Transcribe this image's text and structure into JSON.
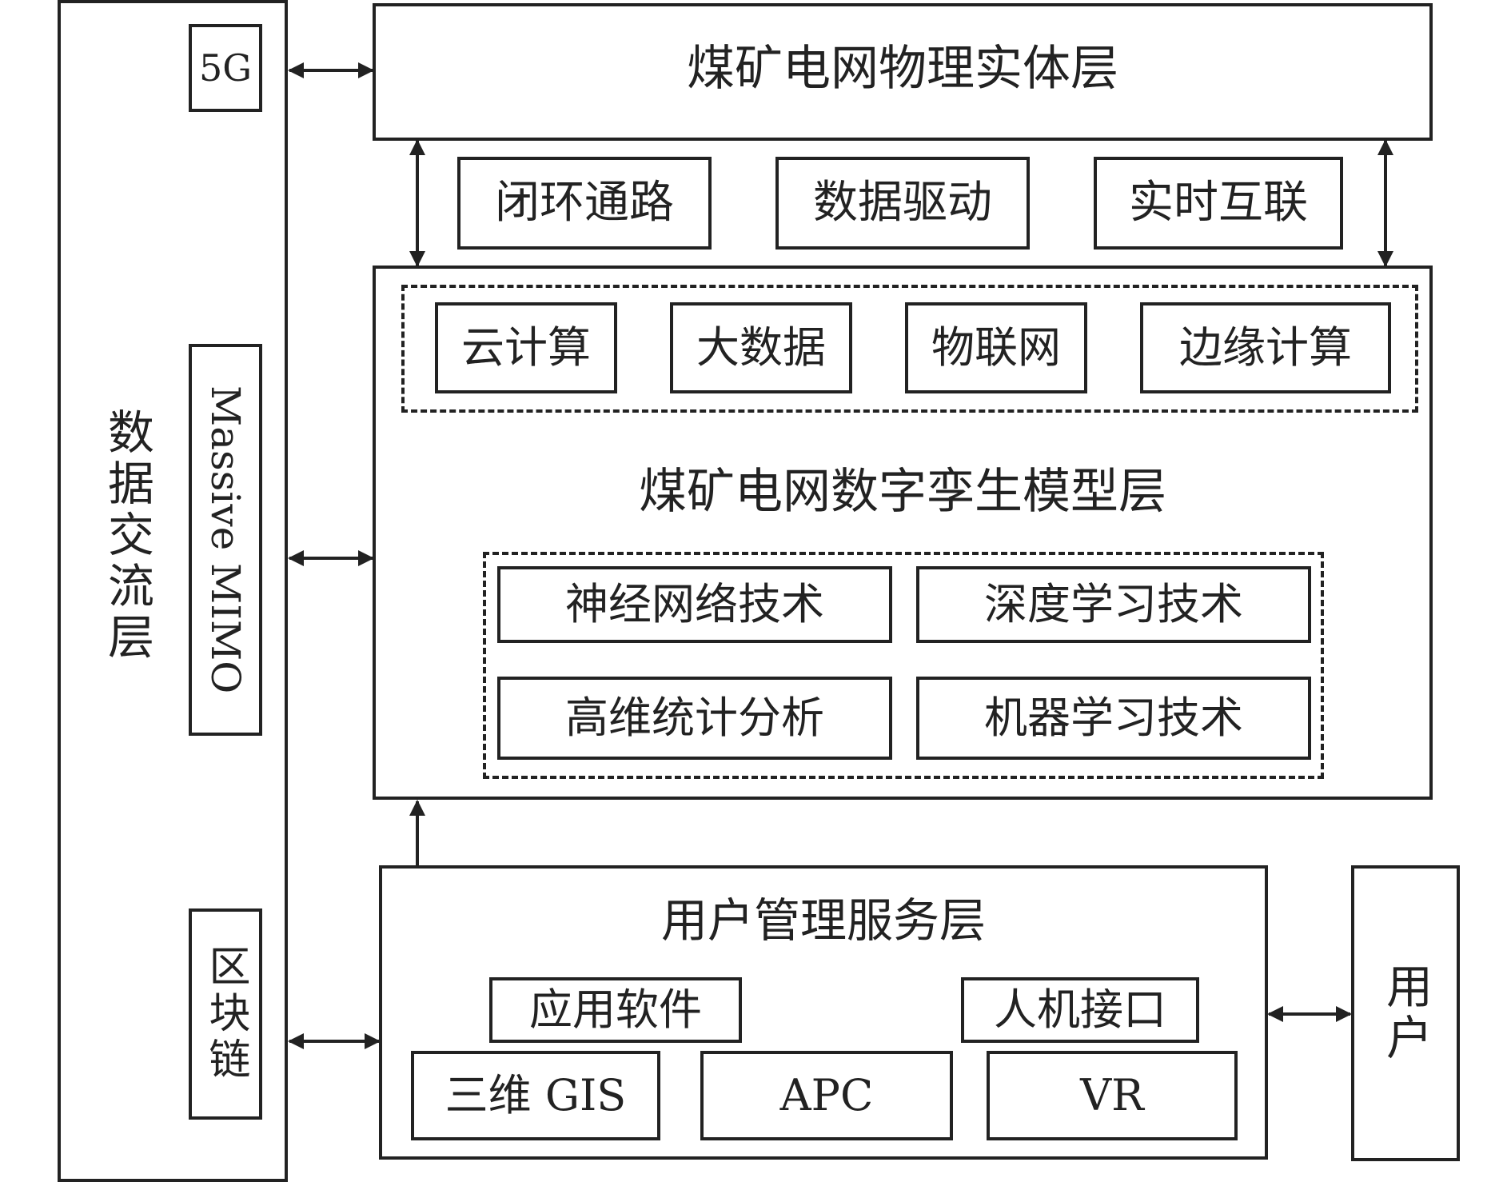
{
  "exchange_layer": {
    "title": "数据交流层",
    "tech_5g": "5G",
    "tech_mimo": "Massive MIMO",
    "tech_blockchain": "区块链"
  },
  "physical_layer": {
    "title": "煤矿电网物理实体层"
  },
  "features": [
    "闭环通路",
    "数据驱动",
    "实时互联"
  ],
  "twin_layer": {
    "title": "煤矿电网数字孪生模型层",
    "platforms": [
      "云计算",
      "大数据",
      "物联网",
      "边缘计算"
    ],
    "methods": [
      "神经网络技术",
      "深度学习技术",
      "高维统计分析",
      "机器学习技术"
    ]
  },
  "service_layer": {
    "title": "用户管理服务层",
    "app_software": "应用软件",
    "hmi": "人机接口",
    "tools": [
      "三维 GIS",
      "APC",
      "VR"
    ]
  },
  "user": {
    "label": "用户"
  }
}
